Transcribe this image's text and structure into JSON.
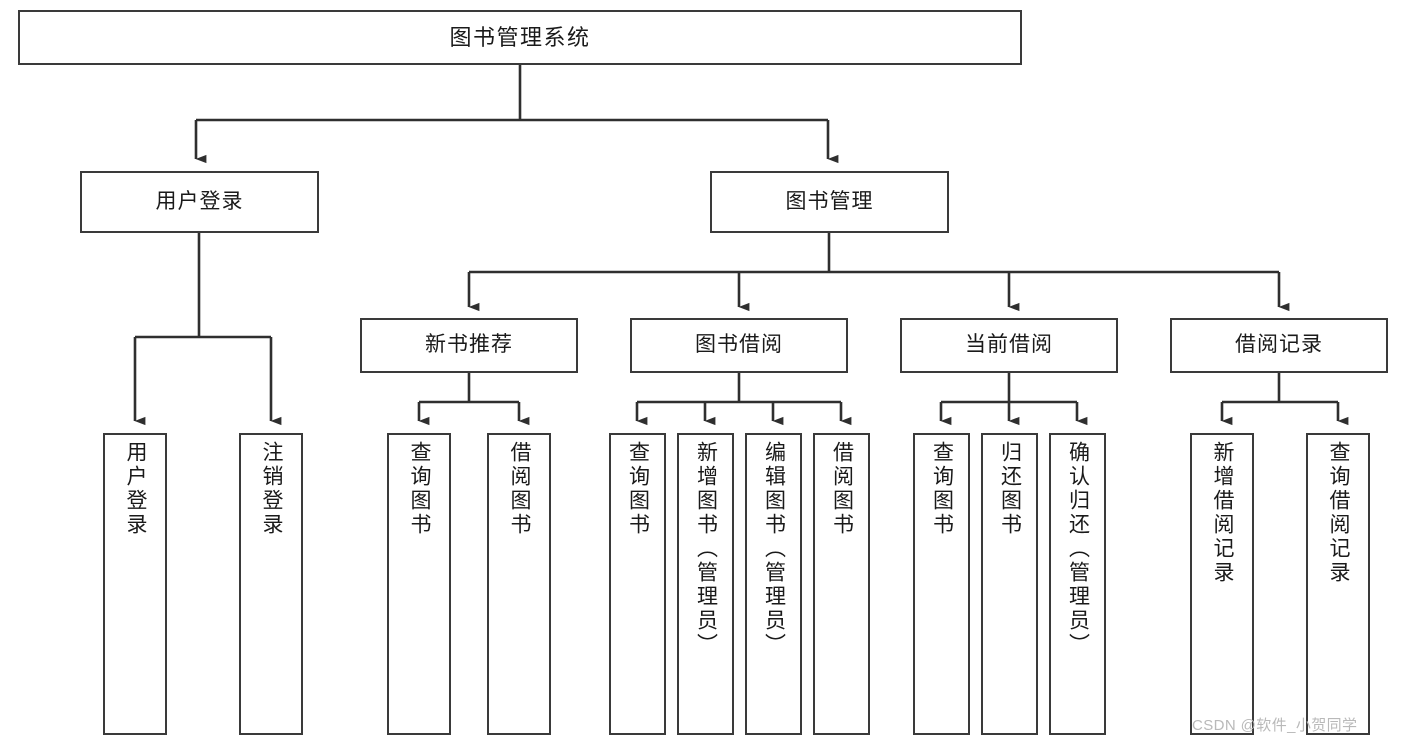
{
  "diagram": {
    "type": "tree",
    "title": "图书管理系统",
    "orientation": "top-down",
    "colors": {
      "box_border": "#3a3a3a",
      "box_fill": "#ffffff",
      "edge": "#2f2f2f",
      "text": "#1a1a1a",
      "watermark": "#b9b9b9"
    }
  },
  "nodes": {
    "root": {
      "label": "图书管理系统",
      "level": 0
    },
    "level1": [
      {
        "id": "user_login",
        "label": "用户登录"
      },
      {
        "id": "book_mgmt",
        "label": "图书管理"
      }
    ],
    "level2": [
      {
        "id": "new_book_rec",
        "label": "新书推荐",
        "parent": "book_mgmt"
      },
      {
        "id": "book_borrow",
        "label": "图书借阅",
        "parent": "book_mgmt"
      },
      {
        "id": "current_borrow",
        "label": "当前借阅",
        "parent": "book_mgmt"
      },
      {
        "id": "borrow_record",
        "label": "借阅记录",
        "parent": "book_mgmt"
      }
    ],
    "leaves": [
      {
        "id": "leaf_1",
        "label": "用户登录",
        "parent": "user_login"
      },
      {
        "id": "leaf_2",
        "label": "注销登录",
        "parent": "user_login"
      },
      {
        "id": "leaf_3",
        "label": "查询图书",
        "parent": "new_book_rec"
      },
      {
        "id": "leaf_4",
        "label": "借阅图书",
        "parent": "new_book_rec"
      },
      {
        "id": "leaf_5",
        "label": "查询图书",
        "parent": "book_borrow"
      },
      {
        "id": "leaf_6",
        "label": "新增图书（管理员）",
        "parent": "book_borrow"
      },
      {
        "id": "leaf_7",
        "label": "编辑图书（管理员）",
        "parent": "book_borrow"
      },
      {
        "id": "leaf_8",
        "label": "借阅图书",
        "parent": "book_borrow"
      },
      {
        "id": "leaf_9",
        "label": "查询图书",
        "parent": "current_borrow"
      },
      {
        "id": "leaf_10",
        "label": "归还图书",
        "parent": "current_borrow"
      },
      {
        "id": "leaf_11",
        "label": "确认归还（管理员）",
        "parent": "current_borrow"
      },
      {
        "id": "leaf_12",
        "label": "新增借阅记录",
        "parent": "borrow_record"
      },
      {
        "id": "leaf_13",
        "label": "查询借阅记录",
        "parent": "borrow_record"
      }
    ]
  },
  "watermark": {
    "text": "CSDN @软件_小贺同学"
  }
}
